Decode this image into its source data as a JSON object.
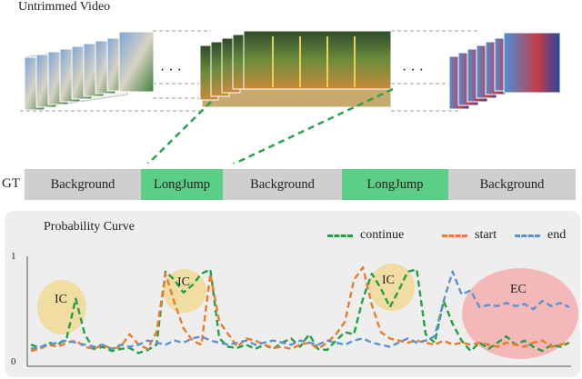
{
  "video": {
    "title": "Untrimmed Video",
    "ellipsis": [
      "· · ·",
      "· · ·"
    ]
  },
  "ground_truth": {
    "label": "GT",
    "segments": [
      {
        "label": "Background",
        "type": "background"
      },
      {
        "label": "LongJump",
        "type": "action"
      },
      {
        "label": "Background",
        "type": "background"
      },
      {
        "label": "LongJump",
        "type": "action"
      },
      {
        "label": "Background",
        "type": "background"
      }
    ]
  },
  "probability_curve": {
    "title": "Probability Curve",
    "y_ticks": [
      "1",
      "0"
    ],
    "legend": [
      {
        "label": "continue",
        "color": "#22a045"
      },
      {
        "label": "start",
        "color": "#ee7b2a"
      },
      {
        "label": "end",
        "color": "#5b93d1"
      }
    ],
    "annotations": [
      "IC",
      "IC",
      "IC",
      "EC"
    ]
  },
  "chart_data": {
    "type": "line",
    "title": "Probability Curve",
    "ylim": [
      0,
      1
    ],
    "x": [
      0,
      1,
      2,
      3,
      4,
      5,
      6,
      7,
      8,
      9,
      10,
      11,
      12,
      13,
      14,
      15,
      16,
      17,
      18,
      19,
      20,
      21,
      22,
      23,
      24,
      25,
      26,
      27,
      28,
      29,
      30,
      31,
      32,
      33,
      34,
      35,
      36,
      37,
      38,
      39,
      40,
      41,
      42,
      43,
      44,
      45,
      46,
      47,
      48,
      49,
      50,
      51,
      52,
      53,
      54,
      55,
      56,
      57,
      58,
      59,
      60
    ],
    "series": [
      {
        "name": "continue",
        "color": "#22a045",
        "values": [
          0.18,
          0.15,
          0.2,
          0.18,
          0.25,
          0.62,
          0.28,
          0.14,
          0.16,
          0.12,
          0.14,
          0.15,
          0.1,
          0.13,
          0.18,
          0.88,
          0.8,
          0.68,
          0.75,
          0.86,
          0.9,
          0.24,
          0.16,
          0.15,
          0.18,
          0.14,
          0.18,
          0.14,
          0.2,
          0.24,
          0.16,
          0.28,
          0.14,
          0.13,
          0.22,
          0.3,
          0.28,
          0.62,
          0.86,
          0.72,
          0.54,
          0.7,
          0.88,
          0.9,
          0.28,
          0.2,
          0.6,
          0.38,
          0.22,
          0.12,
          0.2,
          0.14,
          0.2,
          0.26,
          0.18,
          0.22,
          0.16,
          0.12,
          0.18,
          0.16,
          0.2
        ]
      },
      {
        "name": "start",
        "color": "#ee7b2a",
        "values": [
          0.12,
          0.14,
          0.18,
          0.16,
          0.2,
          0.22,
          0.16,
          0.14,
          0.18,
          0.14,
          0.16,
          0.28,
          0.18,
          0.14,
          0.3,
          0.86,
          0.58,
          0.34,
          0.22,
          0.18,
          0.86,
          0.4,
          0.28,
          0.16,
          0.24,
          0.22,
          0.18,
          0.15,
          0.16,
          0.14,
          0.18,
          0.2,
          0.14,
          0.2,
          0.28,
          0.4,
          0.8,
          0.92,
          0.56,
          0.3,
          0.24,
          0.22,
          0.2,
          0.22,
          0.2,
          0.18,
          0.22,
          0.18,
          0.2,
          0.18,
          0.2,
          0.18,
          0.16,
          0.2,
          0.18,
          0.16,
          0.2,
          0.22,
          0.16,
          0.18,
          0.2
        ]
      },
      {
        "name": "end",
        "color": "#5b93d1",
        "values": [
          0.14,
          0.16,
          0.18,
          0.2,
          0.22,
          0.2,
          0.18,
          0.16,
          0.18,
          0.14,
          0.18,
          0.16,
          0.18,
          0.22,
          0.2,
          0.18,
          0.22,
          0.2,
          0.24,
          0.26,
          0.22,
          0.2,
          0.18,
          0.2,
          0.22,
          0.18,
          0.2,
          0.22,
          0.2,
          0.18,
          0.22,
          0.2,
          0.18,
          0.22,
          0.2,
          0.18,
          0.22,
          0.24,
          0.2,
          0.18,
          0.16,
          0.2,
          0.24,
          0.2,
          0.22,
          0.26,
          0.6,
          0.88,
          0.66,
          0.7,
          0.54,
          0.56,
          0.55,
          0.58,
          0.55,
          0.57,
          0.52,
          0.6,
          0.55,
          0.58,
          0.54
        ]
      }
    ]
  }
}
